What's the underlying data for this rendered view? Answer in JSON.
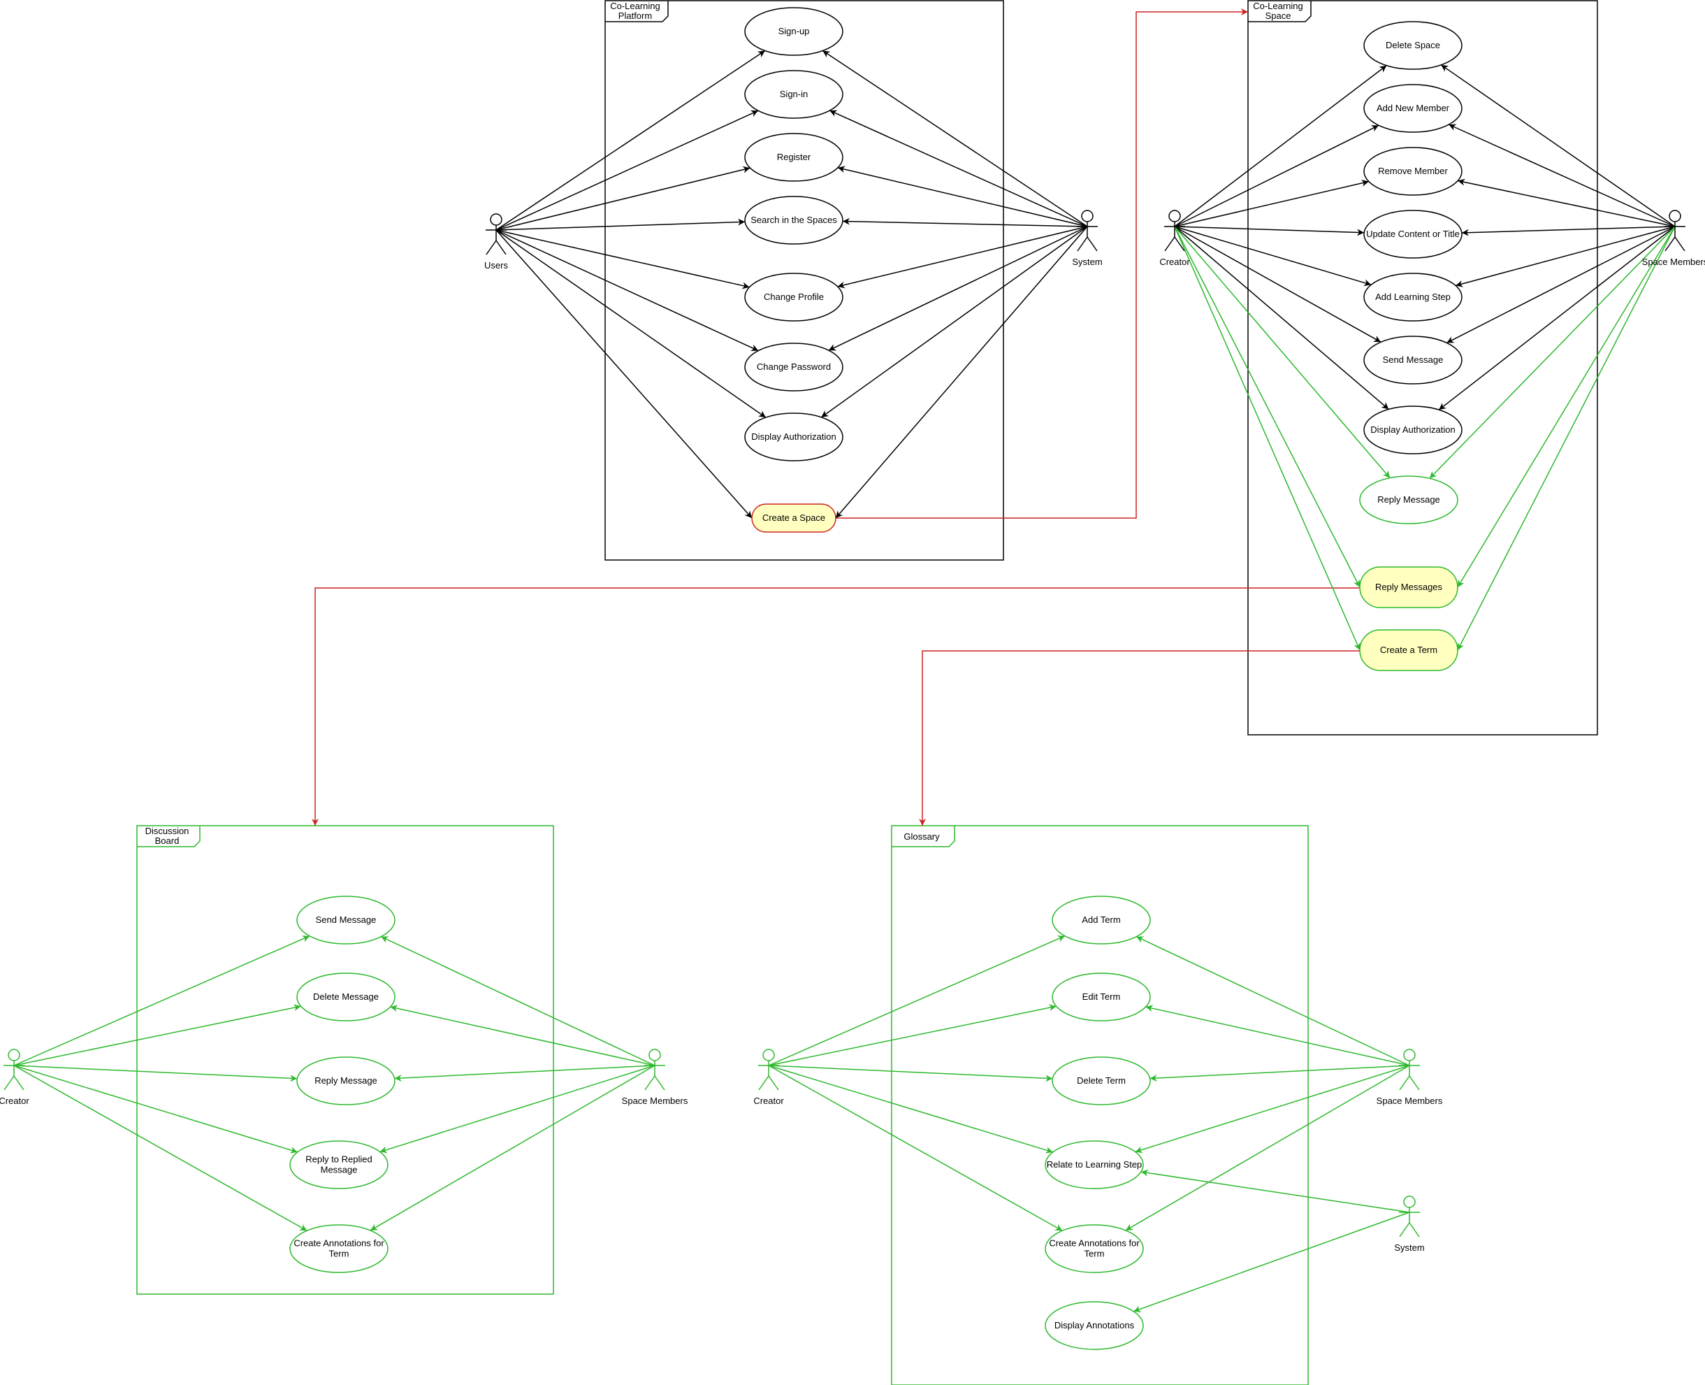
{
  "colors": {
    "black": "#000000",
    "green": "#2db82d",
    "red": "#cc2222",
    "highlight_fill": "#ffffc0",
    "highlight_stroke_red": "#cc2222",
    "highlight_stroke_green": "#2db82d"
  },
  "frames": {
    "platform": "Co-Learning Platform",
    "space": "Co-Learning Space",
    "discussion": "Discussion Board",
    "glossary": "Glossary"
  },
  "actors": {
    "users": "Users",
    "system1": "System",
    "creator1": "Creator",
    "members1": "Space Members",
    "creator2": "Creator",
    "members2": "Space Members",
    "creator3": "Creator",
    "members3": "Space Members",
    "system3": "System"
  },
  "usecases": {
    "signup": "Sign-up",
    "signin": "Sign-in",
    "register": "Register",
    "search": "Search in the Spaces",
    "change_profile": "Change Profile",
    "change_password": "Change Password",
    "display_auth1": "Display Authorization",
    "create_space": "Create a Space",
    "delete_space": "Delete Space",
    "add_member": "Add  New Member",
    "remove_member": "Remove Member",
    "update_content": "Update Content or Title",
    "add_step": "Add Learning Step",
    "send_message1": "Send Message",
    "display_auth2": "Display Authorization",
    "reply_message1": "Reply Message",
    "reply_messages": "Reply Messages",
    "create_term": "Create a Term",
    "send_message2": "Send Message",
    "delete_message": "Delete Message",
    "reply_message2": "Reply Message",
    "reply_replied": "Reply to Replied Message",
    "create_annot1": "Create Annotations for Term",
    "add_term": "Add Term",
    "edit_term": "Edit Term",
    "delete_term": "Delete Term",
    "relate_step": "Relate to Learning Step",
    "create_annot2": "Create Annotations for Term",
    "display_annot": "Display Annotations"
  }
}
